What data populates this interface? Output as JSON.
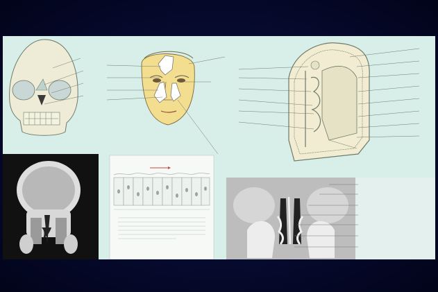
{
  "slide": {
    "colors": {
      "background": "#060a2a",
      "board": "#d8eee9",
      "line": "#5a6a68",
      "face": "#f3dd8f",
      "bone": "#e8e6cc",
      "ct_dark": "#1a1a1a",
      "ct_light": "#d0d0d0"
    }
  },
  "figures": {
    "skull": {
      "icon": "skull-illustration"
    },
    "face": {
      "icon": "face-sinus-illustration"
    },
    "section": {
      "icon": "sinus-cross-section"
    },
    "ct_left": {
      "icon": "ct-scan-coronal"
    },
    "cilia": {
      "icon": "ciliated-epithelium"
    },
    "ct_right": {
      "icon": "ct-scan-coronal-zoom"
    }
  }
}
